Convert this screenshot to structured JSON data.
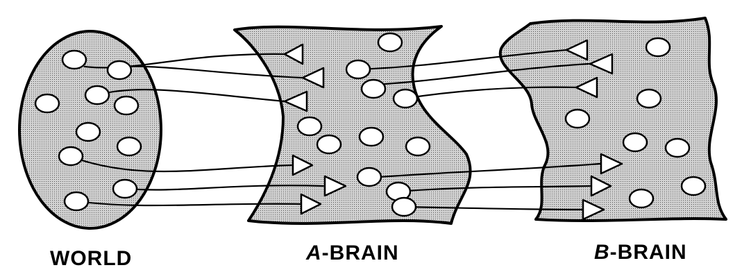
{
  "labels": {
    "world": "WORLD",
    "a_brain_prefix": "A",
    "a_brain_suffix": "-BRAIN",
    "b_brain_prefix": "B",
    "b_brain_suffix": "-BRAIN"
  },
  "colors": {
    "ink": "#000000",
    "fill": "#c4c4c4",
    "node": "#ffffff"
  }
}
